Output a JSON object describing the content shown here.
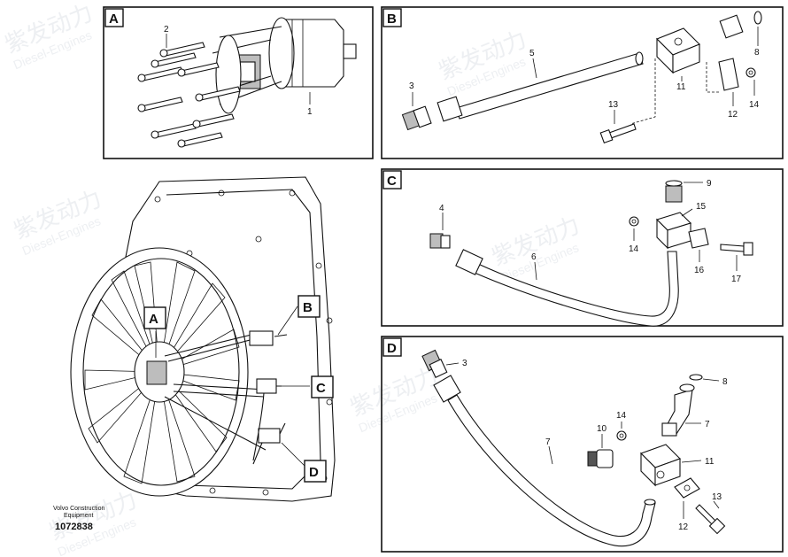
{
  "panels": {
    "a": {
      "letter": "A",
      "callouts": [
        "2",
        "1"
      ]
    },
    "b": {
      "letter": "B",
      "callouts": [
        "3",
        "5",
        "11",
        "8",
        "13",
        "12",
        "14"
      ]
    },
    "c": {
      "letter": "C",
      "callouts": [
        "4",
        "9",
        "15",
        "14",
        "6",
        "16",
        "17"
      ]
    },
    "d": {
      "letter": "D",
      "callouts": [
        "3",
        "8",
        "14",
        "7",
        "10",
        "11",
        "7",
        "13",
        "12"
      ]
    }
  },
  "overview": {
    "labels": [
      "A",
      "B",
      "C",
      "D"
    ]
  },
  "watermark": {
    "brand": "紫发动力",
    "sub": "Diesel-Engines"
  },
  "footer": {
    "maker": "Volvo Construction",
    "maker2": "Equipment",
    "drawing_no": "1072838"
  }
}
